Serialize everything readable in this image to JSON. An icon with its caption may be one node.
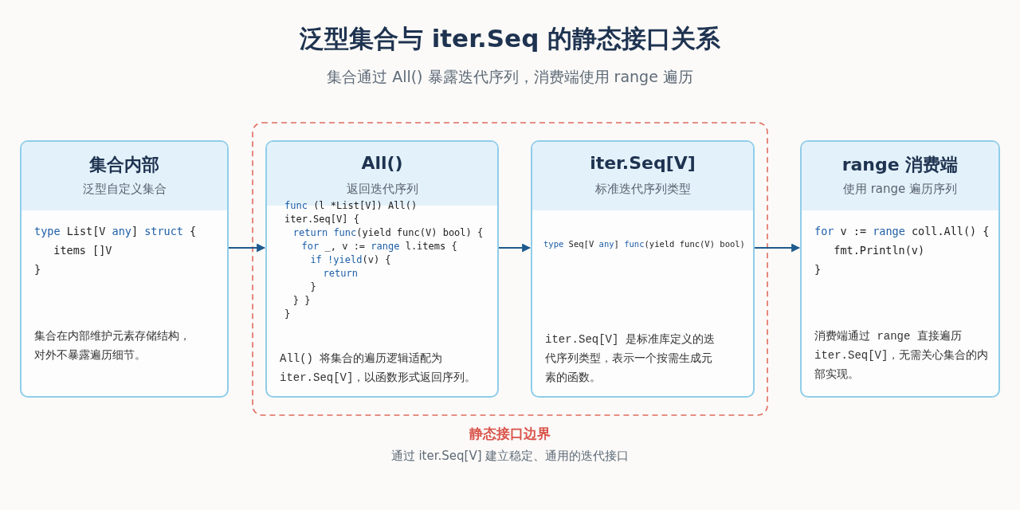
{
  "diagram": {
    "title": "泛型集合与 iter.Seq 的静态接口关系",
    "nodes": [
      {
        "text": [
          "集合内部",
          "泛型自定义集合",
          "type List[V any] struct { items []V }",
          "集合在内部维护元素存储结构，对外不暴露遍历细节。"
        ]
      },
      {
        "text": [
          "静态接口边界",
          "通过 iter.Seq[V] 建立稳定、通用的迭代接口"
        ]
      },
      {
        "text": [
          "All()",
          "返回迭代序列",
          "func (l *List[V]) All() iter.Seq[V] { return func(yield func(V) bool) { for _, v := range l.items { if !yield(v) { return } } } }",
          "All() 将集合的遍历逻辑适配为iter.Seq[V]，以函数形式返回序列。"
        ],
        "in": 1
      },
      {
        "text": [
          "iter.Seq[V]",
          "标准迭代序列类型",
          "type Seq[V any] func(yield func(V) bool)",
          "iter.Seq[V] 是标准库定义的迭代序列类型，表示一个按需生成元素的函数。"
        ],
        "in": 1
      },
      {
        "text": [
          "range 消费端",
          "使用 range 遍历序列",
          "for v := range coll.All() { fmt.Println(v) }",
          "消费端通过 range 直接遍历iter.Seq[V]，无需关心集合的内部实现。"
        ]
      }
    ],
    "edges": [
      {
        "from": 0,
        "to": 2,
        "arrow": "to"
      },
      {
        "from": 2,
        "to": 3,
        "arrow": "to"
      },
      {
        "from": 3,
        "to": 4,
        "arrow": "to"
      }
    ],
    "labels": [
      "集合通过 All() 暴露迭代序列，消费端使用 range 遍历"
    ]
  }
}
